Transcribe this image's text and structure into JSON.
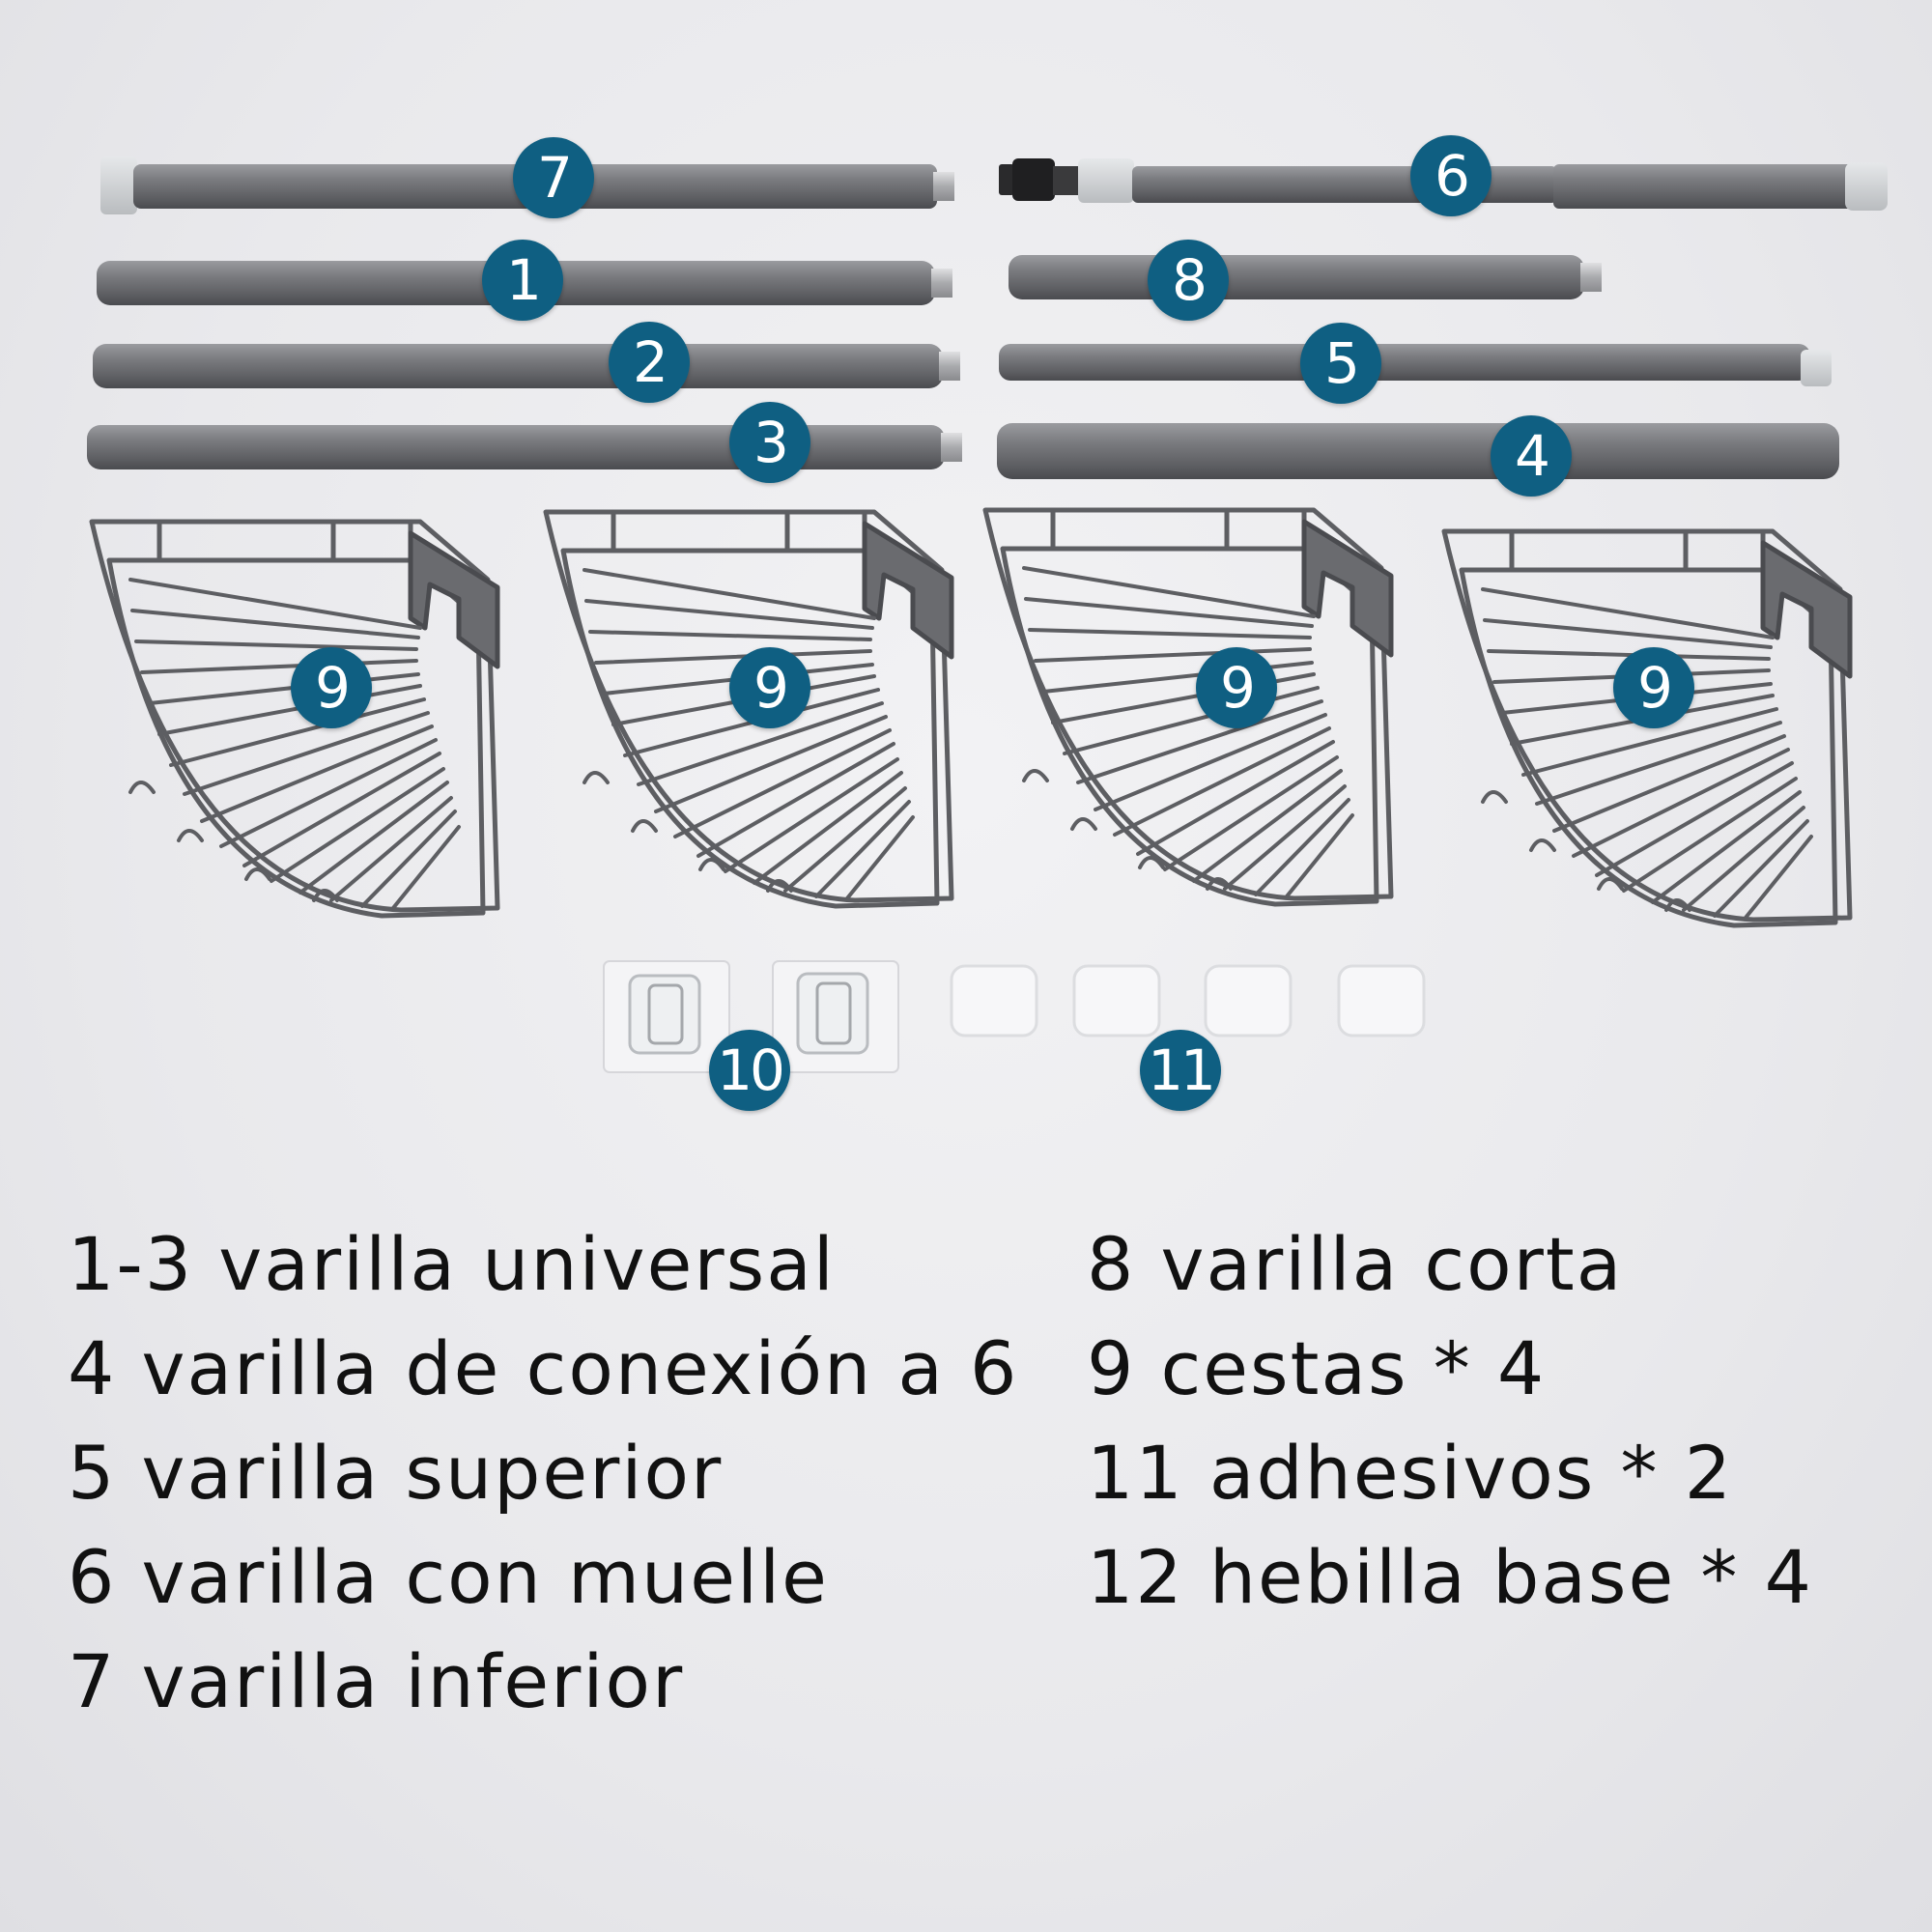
{
  "colors": {
    "badge": "#0f5f82",
    "rod": "#6e6f73",
    "wire": "#5d5e62",
    "text": "#111111"
  },
  "badges": {
    "b7": "7",
    "b1": "1",
    "b2": "2",
    "b3": "3",
    "b6": "6",
    "b8": "8",
    "b5": "5",
    "b4": "4",
    "b9a": "9",
    "b9b": "9",
    "b9c": "9",
    "b9d": "9",
    "b10": "10",
    "b11": "11"
  },
  "legend": {
    "left": [
      "1-3 varilla universal",
      "4 varilla de conexión a 6",
      "5 varilla superior",
      "6 varilla con muelle",
      "7 varilla inferior"
    ],
    "right": [
      "8 varilla corta",
      "9 cestas * 4",
      "11 adhesivos * 2",
      "12 hebilla base * 4"
    ]
  }
}
